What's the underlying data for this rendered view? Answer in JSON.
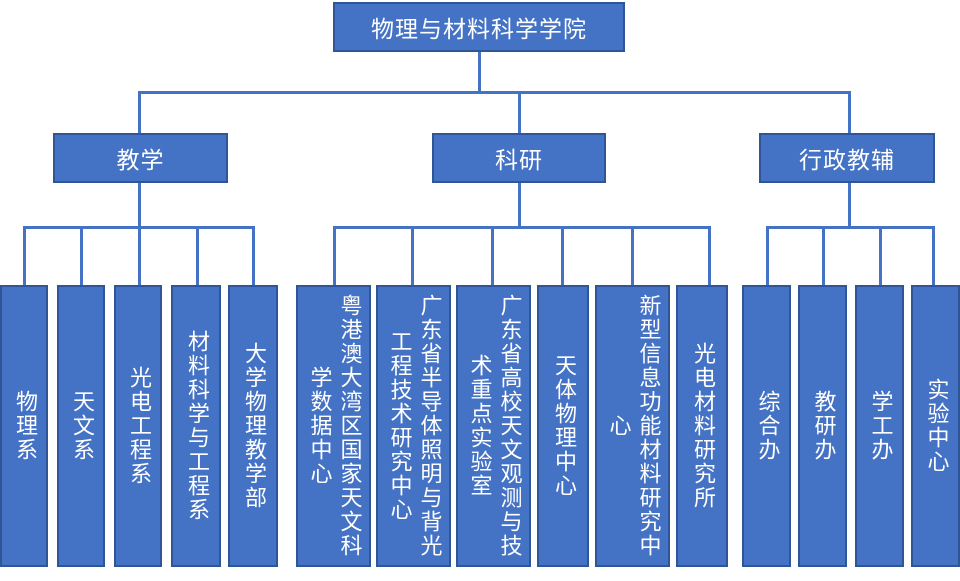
{
  "root": "物理与材料科学学院",
  "branches": {
    "teaching": "教学",
    "research": "科研",
    "admin": "行政教辅"
  },
  "teaching_units": [
    "物理系",
    "天文系",
    "光电工程系",
    "材料科学与工程系",
    "大学物理教学部"
  ],
  "research_units": [
    "粤港澳大湾区国家天文科学数据中心",
    "广东省半导体照明与背光工程技术研究中心",
    "广东省高校天文观测与技术重点实验室",
    "天体物理中心",
    "新型信息功能材料研究中心",
    "光电材料研究所"
  ],
  "admin_units": [
    "综合办",
    "教研办",
    "学工办",
    "实验中心"
  ]
}
